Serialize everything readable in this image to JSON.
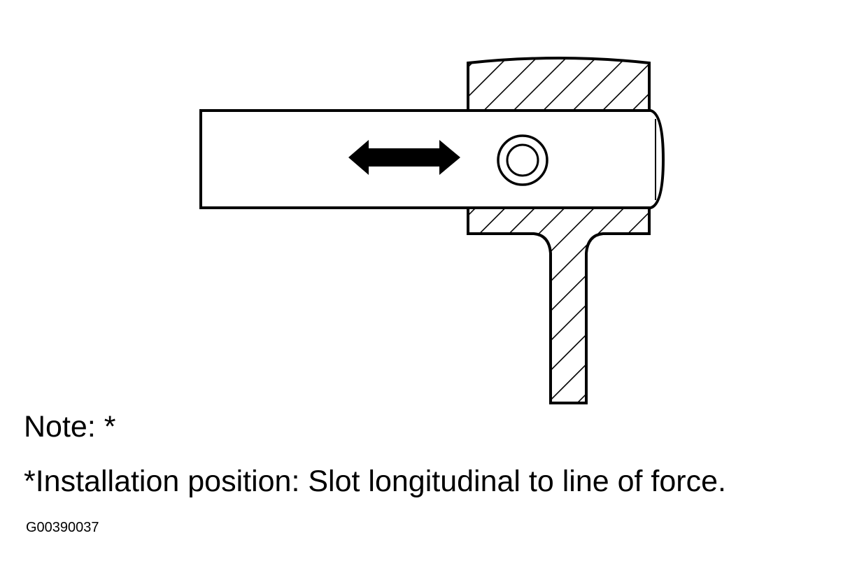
{
  "note": {
    "label": "Note: *",
    "instruction": "*Installation position: Slot longitudinal to line of force."
  },
  "figure_id": "G00390037",
  "diagram": {
    "parts": [
      "hatched-bracket-section",
      "slotted-strap",
      "direction-arrow",
      "mounting-bolt-icon"
    ]
  }
}
